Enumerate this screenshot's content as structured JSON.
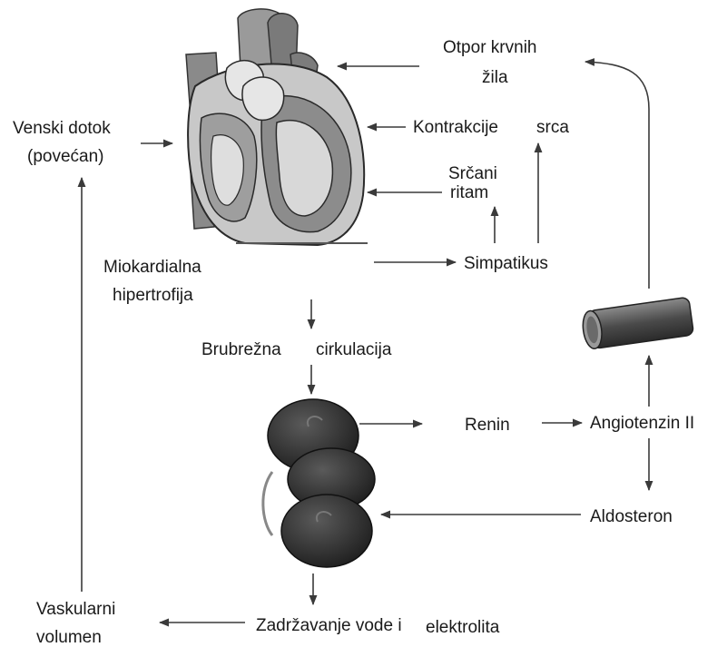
{
  "labels": {
    "otpor_1": "Otpor krvnih",
    "otpor_2": "žila",
    "venski_1": "Venski dotok",
    "venski_2": "(povećan)",
    "kontrakcije": "Kontrakcije",
    "srca": "srca",
    "srcani": "Srčani",
    "ritam": "ritam",
    "miokard_1": "Miokardialna",
    "miokard_2": "hipertrofija",
    "simpatikus": "Simpatikus",
    "brubrezna": "Brubrežna",
    "cirkulacija": "cirkulacija",
    "renin": "Renin",
    "angiotenzin": "Angiotenzin II",
    "aldosteron": "Aldosteron",
    "zadrzavanje": "Zadržavanje vode i",
    "elektrolita": "elektrolita",
    "vaskularni_1": "Vaskularni",
    "vaskularni_2": "volumen"
  },
  "colors": {
    "arrow": "#3a3a3a",
    "heart_dark": "#6e6e6e",
    "heart_mid": "#a9a9a9",
    "heart_light": "#d9d9d9",
    "kidney": "#2e2e2e",
    "vessel": "#555555"
  },
  "icons": [
    "heart-illustration",
    "kidney-illustration",
    "blood-vessel-illustration"
  ]
}
